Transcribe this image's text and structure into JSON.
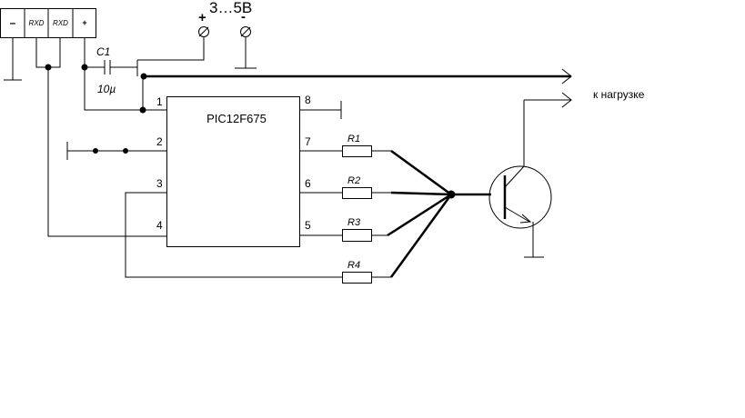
{
  "connector": {
    "pins": [
      "–",
      "RXD",
      "RXD",
      "+"
    ]
  },
  "power": {
    "voltage_label": "3…5В",
    "plus_sign": "+",
    "minus_sign": "-"
  },
  "capacitor": {
    "ref": "C1",
    "value": "10µ"
  },
  "chip": {
    "name": "PIC12F675",
    "pins": [
      "1",
      "2",
      "3",
      "4",
      "5",
      "6",
      "7",
      "8"
    ]
  },
  "resistors": [
    "R1",
    "R2",
    "R3",
    "R4"
  ],
  "output": {
    "load_label": "к нагрузке"
  }
}
